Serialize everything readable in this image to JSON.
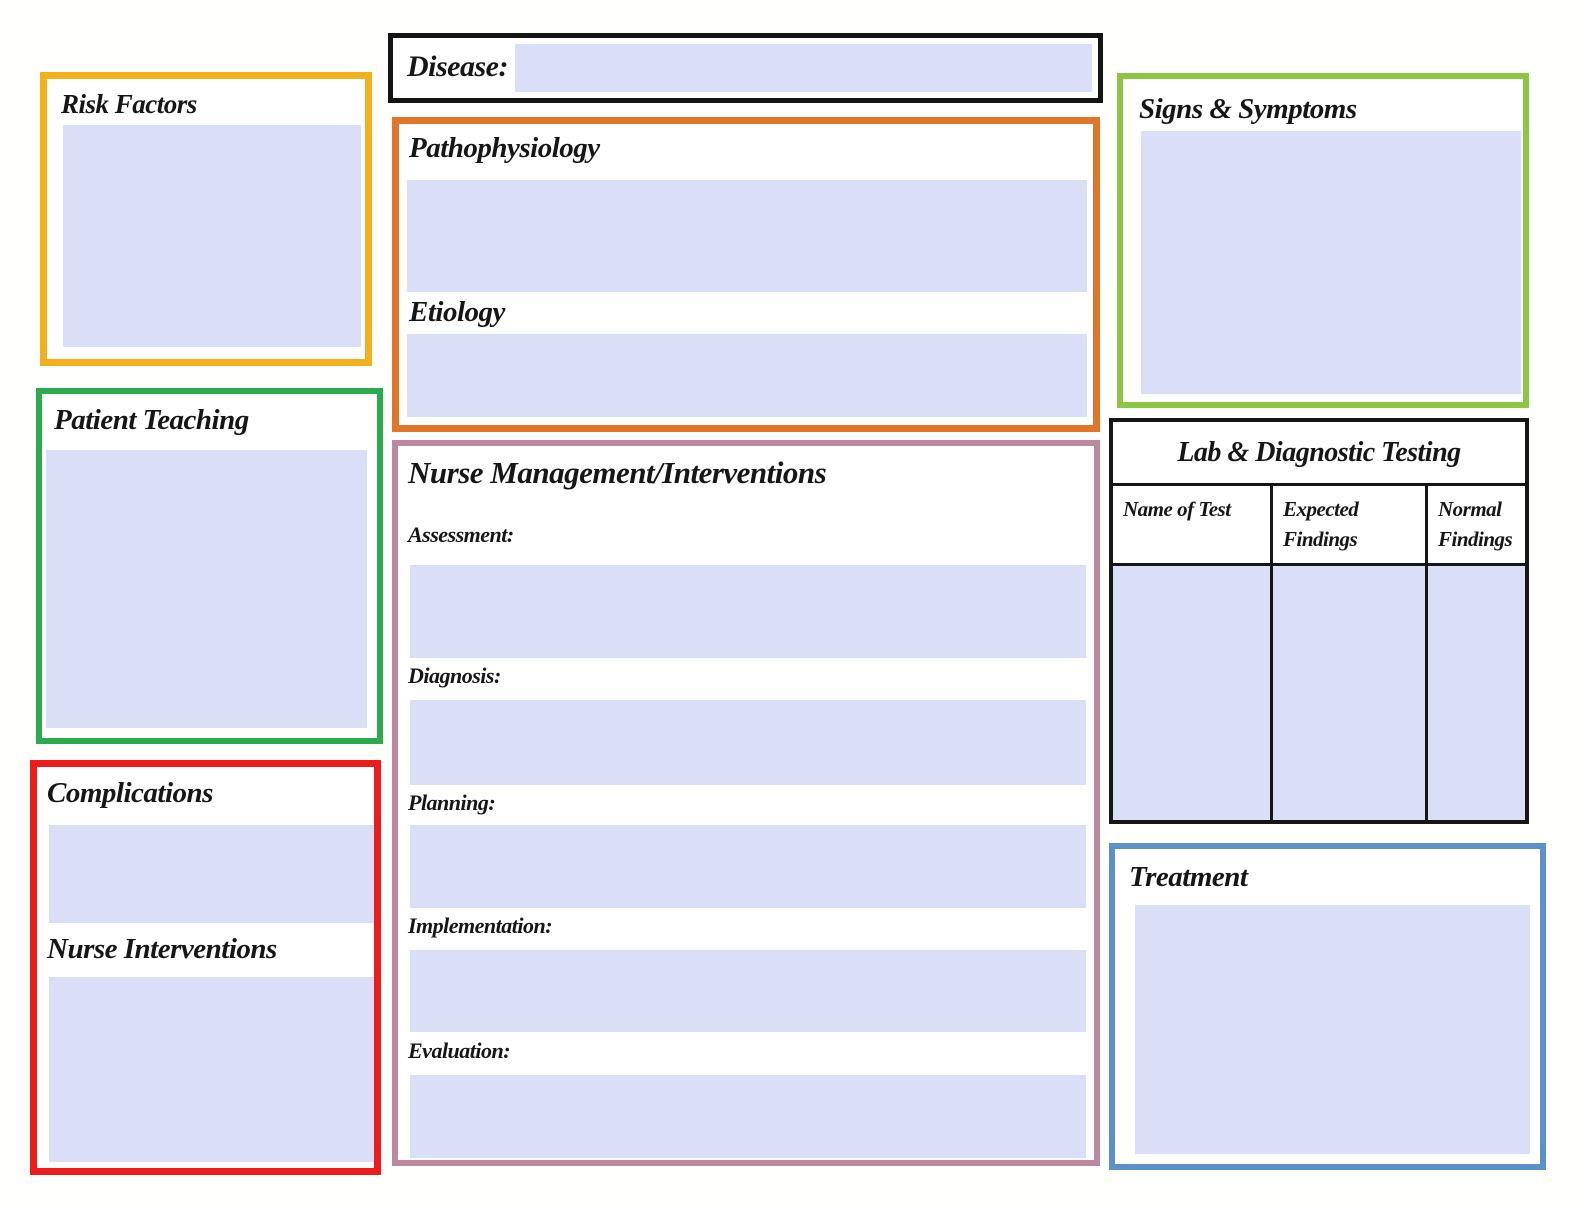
{
  "colors": {
    "field_fill": "#DBDEF7",
    "disease_border": "#141414",
    "risk_factors_border": "#F2B01D",
    "signs_symptoms_border": "#8CC642",
    "patho_border": "#E1762B",
    "patient_teaching_border": "#2BAB4E",
    "nurse_mgmt_border": "#BC88A0",
    "lab_border": "#161616",
    "complications_border": "#EC1C1C",
    "treatment_border": "#5C90CA"
  },
  "disease": {
    "label": "Disease:"
  },
  "risk_factors": {
    "label": "Risk Factors"
  },
  "signs_symptoms": {
    "label": "Signs & Symptoms"
  },
  "pathophysiology": {
    "label": "Pathophysiology"
  },
  "etiology": {
    "label": "Etiology"
  },
  "patient_teaching": {
    "label": "Patient Teaching"
  },
  "nurse_management": {
    "title": "Nurse Management/Interventions",
    "sections": [
      {
        "label": "Assessment:"
      },
      {
        "label": "Diagnosis:"
      },
      {
        "label": "Planning:"
      },
      {
        "label": "Implementation:"
      },
      {
        "label": "Evaluation:"
      }
    ]
  },
  "lab_testing": {
    "title": "Lab & Diagnostic Testing",
    "columns": [
      {
        "header": "Name of Test"
      },
      {
        "header": "Expected Findings"
      },
      {
        "header": "Normal Findings"
      }
    ]
  },
  "complications": {
    "label": "Complications"
  },
  "nurse_interventions": {
    "label": "Nurse Interventions"
  },
  "treatment": {
    "label": "Treatment"
  }
}
